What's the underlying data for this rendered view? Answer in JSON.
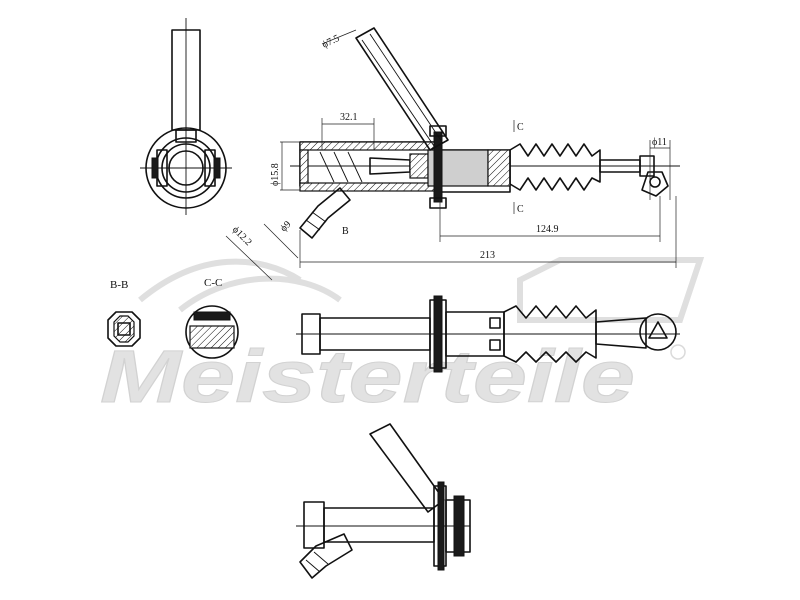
{
  "watermark": {
    "brand": "Meisterteile"
  },
  "dimensions": {
    "d_tube": "ϕ7.5",
    "len_32": "32.1",
    "d_158": "ϕ15.8",
    "d_11": "ϕ11",
    "d_122": "ϕ12.2",
    "d_9": "ϕ9",
    "len_1249": "124.9",
    "len_213": "213"
  },
  "section_marks": {
    "c_top": "C",
    "c_bottom": "C",
    "b_mark": "B"
  },
  "labels": {
    "bb": "B-B",
    "cc": "C-C"
  }
}
